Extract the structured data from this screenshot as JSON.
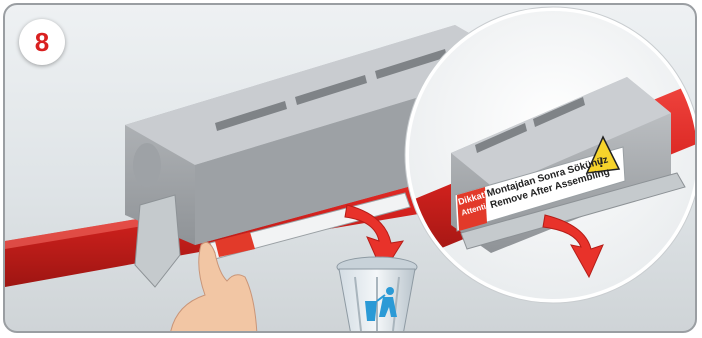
{
  "step": {
    "number": "8"
  },
  "label": {
    "tag_line1": "Dikkat!",
    "tag_line2": "Attention!",
    "text_line1": "Montajdan Sonra Sökünüz",
    "text_line2": "Remove After Assembling",
    "warning_symbol": "!"
  },
  "colors": {
    "rail": "#d8231f",
    "housing": "#a9adb1",
    "arrow": "#e8322a",
    "border": "#9a9ea2",
    "step_number": "#d92020"
  },
  "icons": [
    "trash-bin-icon",
    "recycle-person-icon",
    "warning-triangle-icon",
    "arrow-down-icon"
  ]
}
